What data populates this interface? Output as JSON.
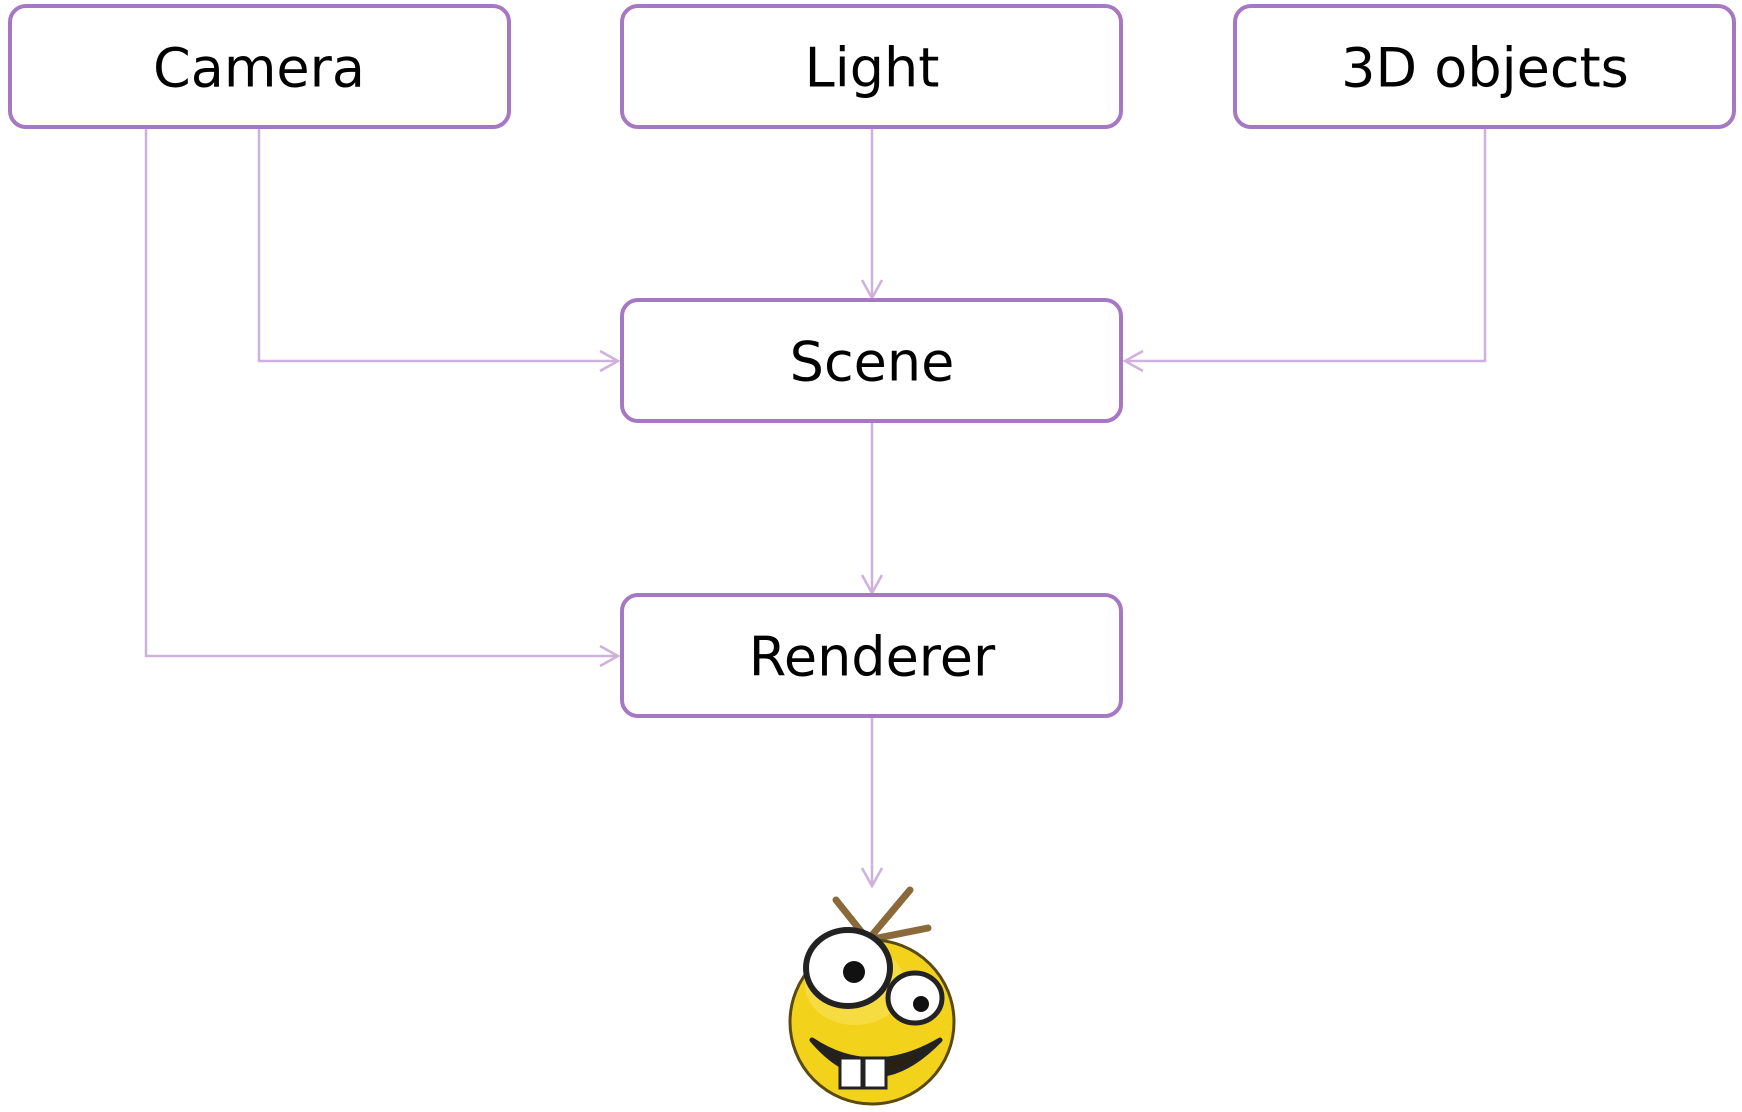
{
  "nodes": {
    "camera": {
      "label": "Camera"
    },
    "light": {
      "label": "Light"
    },
    "objects": {
      "label": "3D objects"
    },
    "scene": {
      "label": "Scene"
    },
    "renderer": {
      "label": "Renderer"
    }
  },
  "output": {
    "icon": "smiley-face-icon"
  },
  "colors": {
    "box_border": "#a678c4",
    "connector": "#cfb1dd",
    "face": "#f3d21c",
    "text": "#000000"
  },
  "page": {
    "number": ""
  }
}
